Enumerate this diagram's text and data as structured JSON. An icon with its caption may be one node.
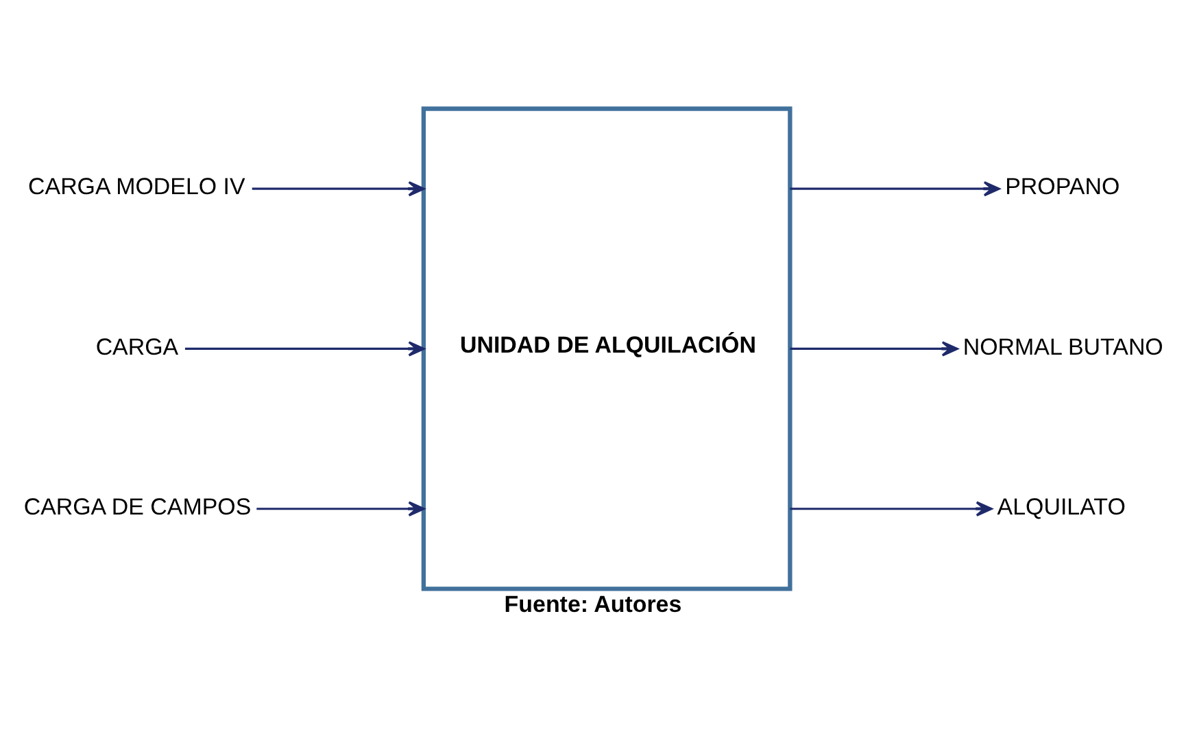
{
  "diagram": {
    "caption": "Fuente: Autores",
    "nodes": [
      {
        "text": [
          "UNIDAD DE ALQUILACIÓN"
        ]
      },
      {
        "text": [
          "CARGA MODELO IV"
        ]
      },
      {
        "text": [
          "CARGA"
        ]
      },
      {
        "text": [
          "CARGA DE CAMPOS"
        ]
      },
      {
        "text": [
          "PROPANO"
        ]
      },
      {
        "text": [
          "NORMAL BUTANO"
        ]
      },
      {
        "text": [
          "ALQUILATO"
        ]
      }
    ],
    "edges": [
      {
        "from": 1,
        "to": 0,
        "arrow": "to"
      },
      {
        "from": 2,
        "to": 0,
        "arrow": "to"
      },
      {
        "from": 3,
        "to": 0,
        "arrow": "to"
      },
      {
        "from": 0,
        "to": 4,
        "arrow": "to"
      },
      {
        "from": 0,
        "to": 5,
        "arrow": "to"
      },
      {
        "from": 0,
        "to": 6,
        "arrow": "to"
      }
    ]
  }
}
